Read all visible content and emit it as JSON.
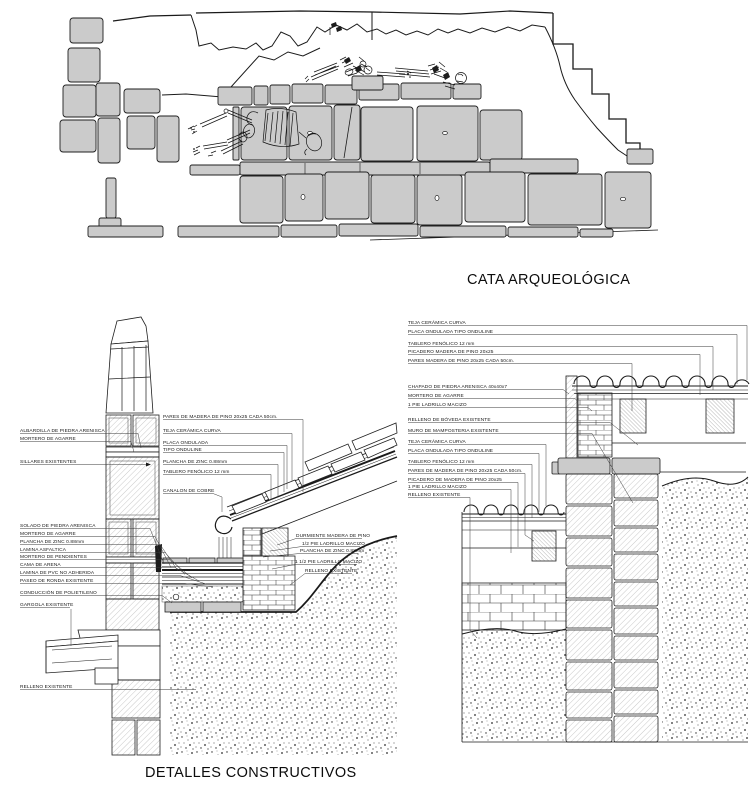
{
  "titles": {
    "top": "CATA ARQUEOLÓGICA",
    "bottom": "DETALLES CONSTRUCTIVOS"
  },
  "left_detail": {
    "wall_labels": [
      "ALBARDILLA DE PIEDRA ARENISCA",
      "MORTERO DE AGARRE",
      "SILLARES EXISTENTES",
      "SOLADO DE PIEDRA ARENISCA",
      "MORTERO DE AGARRE",
      "PLANCHA DE ZINC 0.88mm",
      "LAMINA ASFALTICA",
      "MORTERO DE PENDIENTES",
      "CAMA DE ARENA",
      "LAMINA DE PVC NO ADHERIDA",
      "PASEO DE RONDA EXISTENTE",
      "CONDUCCIÓN DE POLIETILENO",
      "GARGOLA EXISTENTE",
      "RELLENO EXISTENTE"
    ],
    "roof_labels": [
      "PARES DE MADERA DE PINO 20x25 CADA 50cm.",
      "TEJA CERÁMICA CURVA",
      "PLACA ONDULADA",
      "TIPO ONDULINE",
      "PLANCHA DE ZINC 0.88mm",
      "TABLERO FENÓLICO 12 mm",
      "CANALON DE COBRE"
    ],
    "eave_labels": [
      "DURMIENTE MADERA DE PINO",
      "1/2 PIE LADRILLO MACIZO",
      "PLANCHA DE ZINC 0.88mm",
      "1 1/2 PIE LADRILLO MACIZO",
      "RELLENO EXISTENTE"
    ]
  },
  "right_detail": {
    "upper_roof_labels": [
      "TEJA CERÁMICA CURVA",
      "PLACA ONDULADA TIPO ONDULINE",
      "TABLERO FENÓLICO 12 mm",
      "PICADERO MADERA DE PINO 20x25",
      "PARES MADERA DE PINO 20x25 CADA 50cm."
    ],
    "wall_labels": [
      "CHAPADO DE PIEDRA ARENISCA 40x40x7",
      "MORTERO DE AGARRE",
      "1 PIE LADRILLO MACIZO",
      "RELLENO DE BÓVEDA EXISTENTE",
      "MURO DE MAMPOSTERIA EXISTENTE"
    ],
    "lower_roof_labels": [
      "TEJA CERÁMICA CURVA",
      "PLACA ONDULADA TIPO ONDULINE",
      "TABLERO FENÓLICO 12 mm",
      "PARES DE MADERA DE PINO 20x25 CADA 50cm.",
      "PICADERO DE MADERA DE PINO 20x25",
      "1 PIE LADRILLO MACIZO",
      "RELLENO EXISTENTE"
    ]
  },
  "colors": {
    "background": "#ffffff",
    "stone_fill": "#cbcbcb",
    "line": "#1a1a1a",
    "label_text": "#161616"
  }
}
